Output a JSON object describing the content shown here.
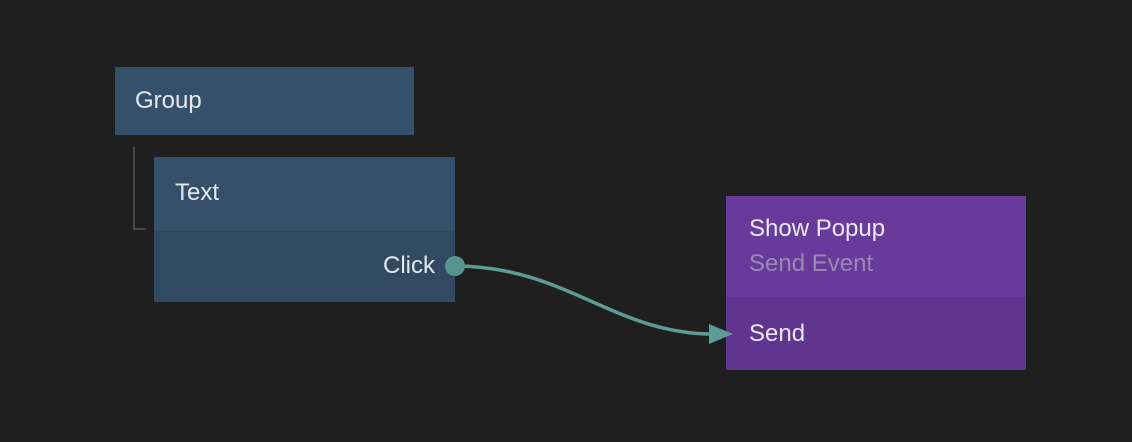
{
  "canvas": {
    "background": "#1f1f20"
  },
  "colors": {
    "node_blue_header": "#35506b",
    "node_blue_body": "#314a62",
    "node_purple_header": "#683a9c",
    "node_purple_body": "#5f3590",
    "wire_teal": "#5d9b96",
    "port_dot_teal": "#569490",
    "hierarchy_line_gray": "#484848",
    "title_text": "#e4e9ef",
    "subtitle_text": "#9a88b3"
  },
  "nodes": {
    "group": {
      "title": "Group"
    },
    "text": {
      "title": "Text",
      "output_port": {
        "label": "Click"
      }
    },
    "show_popup": {
      "title": "Show Popup",
      "subtitle": "Send Event",
      "input_port": {
        "label": "Send"
      }
    }
  },
  "hierarchy": [
    {
      "parent": "Group",
      "child": "Text"
    }
  ],
  "connections": [
    {
      "from_node": "Text",
      "from_port": "Click",
      "to_node": "Show Popup",
      "to_port": "Send"
    }
  ]
}
